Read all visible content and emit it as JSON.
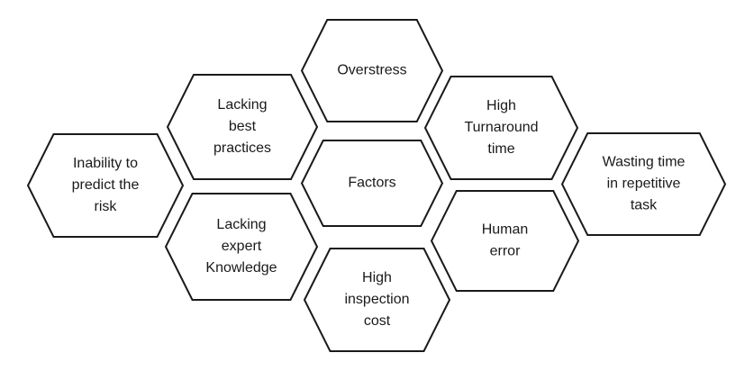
{
  "diagram": {
    "center": {
      "label_lines": [
        "Factors"
      ]
    },
    "factors": [
      {
        "label_lines": [
          "Overstress"
        ]
      },
      {
        "label_lines": [
          "Lacking",
          "best",
          "practices"
        ]
      },
      {
        "label_lines": [
          "High",
          "Turnaround",
          "time"
        ]
      },
      {
        "label_lines": [
          "Inability to",
          "predict the",
          "risk"
        ]
      },
      {
        "label_lines": [
          "Wasting time",
          "in repetitive",
          "task"
        ]
      },
      {
        "label_lines": [
          "Lacking",
          "expert",
          "Knowledge"
        ]
      },
      {
        "label_lines": [
          "Human",
          "error"
        ]
      },
      {
        "label_lines": [
          "High",
          "inspection",
          "cost"
        ]
      }
    ]
  }
}
